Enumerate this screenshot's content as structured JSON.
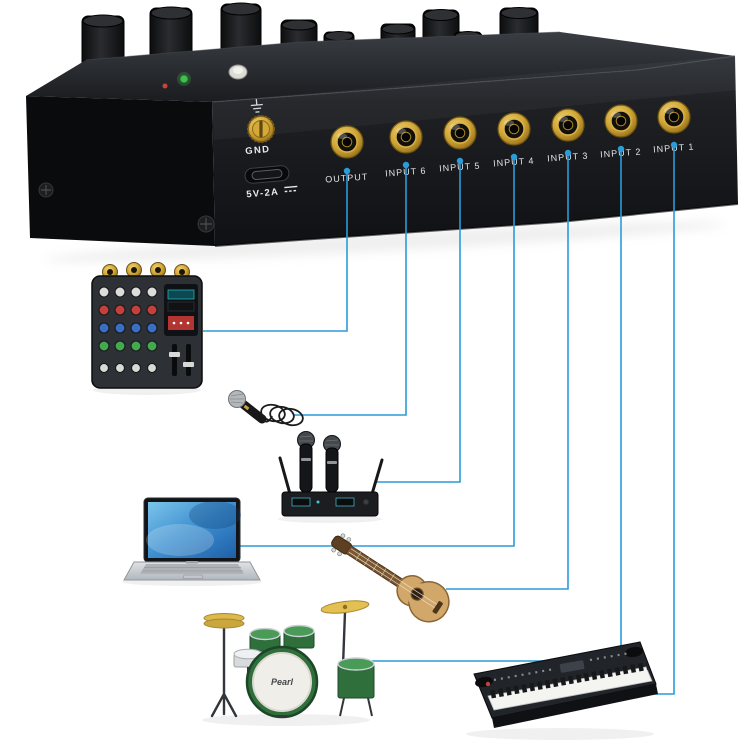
{
  "device_panel": {
    "gnd_label": "GND",
    "power_label": "5V-2A",
    "ports": [
      {
        "id": "output",
        "label": "OUTPUT"
      },
      {
        "id": "input-6",
        "label": "INPUT 6"
      },
      {
        "id": "input-5",
        "label": "INPUT 5"
      },
      {
        "id": "input-4",
        "label": "INPUT 4"
      },
      {
        "id": "input-3",
        "label": "INPUT 3"
      },
      {
        "id": "input-2",
        "label": "INPUT 2"
      },
      {
        "id": "input-1",
        "label": "INPUT 1"
      }
    ]
  },
  "connections": [
    {
      "port": "OUTPUT",
      "device": "mixer-console"
    },
    {
      "port": "INPUT 6",
      "device": "wired-microphone"
    },
    {
      "port": "INPUT 5",
      "device": "wireless-microphone-system"
    },
    {
      "port": "INPUT 4",
      "device": "laptop"
    },
    {
      "port": "INPUT 3",
      "device": "ukulele"
    },
    {
      "port": "INPUT 2",
      "device": "drum-kit"
    },
    {
      "port": "INPUT 1",
      "device": "electronic-keyboard"
    }
  ],
  "illustrations": {
    "drum_brand": "Pearl"
  },
  "colors": {
    "connection_line": "#2a9cd9",
    "jack_gold": "#cfa433",
    "device_body": "#17191c",
    "background": "#ffffff"
  }
}
